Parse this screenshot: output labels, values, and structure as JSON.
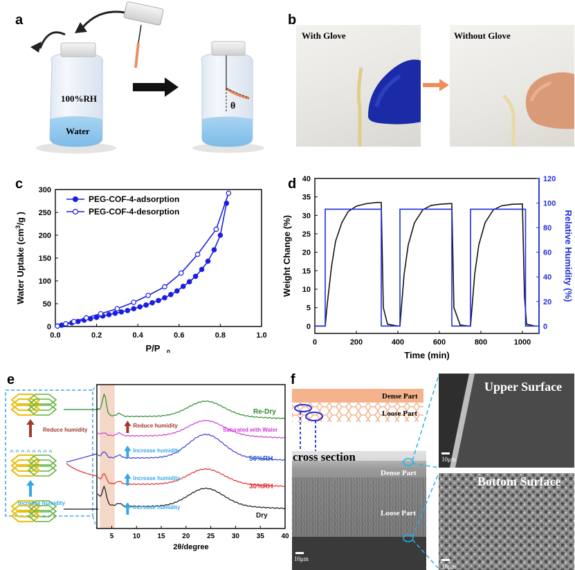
{
  "panels": {
    "a": {
      "label": "a",
      "jar_text": "100%RH",
      "water_text": "Water",
      "theta": "θ"
    },
    "b": {
      "label": "b",
      "left_caption": "With Glove",
      "right_caption": "Without Glove"
    },
    "c": {
      "label": "c",
      "legend": [
        "PEG-COF-4-adsorption",
        "PEG-COF-4-desorption"
      ],
      "xlabel_main": "P/P",
      "xlabel_sub": "0",
      "ylabel": "Water Uptake (cm",
      "ylabel_sup": "3",
      "ylabel_end": "/g )",
      "xticks": [
        "0.0",
        "0.2",
        "0.4",
        "0.6",
        "0.8",
        "1.0"
      ],
      "yticks": [
        "0",
        "50",
        "100",
        "150",
        "200",
        "250",
        "300"
      ]
    },
    "d": {
      "label": "d",
      "xlabel": "Time (min)",
      "ylabel_left": "Weight Change (%)",
      "ylabel_right": "Relative Humidity (%)",
      "xticks": [
        "0",
        "200",
        "400",
        "600",
        "800",
        "1000"
      ],
      "yticks_left": [
        "0",
        "5",
        "10",
        "15",
        "20",
        "25",
        "30",
        "35",
        "40"
      ],
      "yticks_right": [
        "0",
        "20",
        "40",
        "60",
        "80",
        "100",
        "120"
      ]
    },
    "e": {
      "label": "e",
      "xlabel": "2θ/degree",
      "xticks": [
        "5",
        "10",
        "15",
        "20",
        "25",
        "30",
        "35",
        "40"
      ],
      "curve_labels": [
        "Re-Dry",
        "Saturated with Water",
        "50%RH",
        "30%RH",
        "Dry"
      ],
      "annotations": [
        "Reduce humidity",
        "Increase humidity",
        "Increase humidity",
        "Increase humidity"
      ],
      "left_annotations": [
        "Reduce humidity",
        "Increase humidity"
      ]
    },
    "f": {
      "label": "f",
      "schematic_dense": "Dense Part",
      "schematic_loose": "Loose Part",
      "cross_section": "cross section",
      "sem_dense": "Dense Part",
      "sem_loose": "Loose Part",
      "scale_main": "10μm",
      "upper_surface": "Upper Surface",
      "bottom_surface": "Bottom Surface",
      "scale_upper": "10μm",
      "scale_bottom": "10μm"
    }
  },
  "chart_data": [
    {
      "panel": "c",
      "type": "line",
      "xlabel": "P/P0",
      "ylabel": "Water Uptake (cm3/g )",
      "xlim": [
        0,
        1.0
      ],
      "ylim": [
        0,
        300
      ],
      "series": [
        {
          "name": "PEG-COF-4-adsorption",
          "marker": "filled-circle",
          "color": "#1a1ee0",
          "x": [
            0.01,
            0.03,
            0.05,
            0.08,
            0.11,
            0.14,
            0.17,
            0.2,
            0.23,
            0.26,
            0.29,
            0.32,
            0.35,
            0.38,
            0.41,
            0.44,
            0.47,
            0.5,
            0.53,
            0.56,
            0.59,
            0.62,
            0.65,
            0.68,
            0.71,
            0.74,
            0.77,
            0.8,
            0.83
          ],
          "y": [
            1,
            3,
            5,
            8,
            11,
            14,
            17,
            20,
            23,
            26,
            29,
            32,
            35,
            39,
            43,
            47,
            52,
            57,
            63,
            70,
            78,
            88,
            98,
            110,
            125,
            143,
            168,
            200,
            270
          ]
        },
        {
          "name": "PEG-COF-4-desorption",
          "marker": "open-circle",
          "color": "#1a1ee0",
          "x": [
            0.84,
            0.78,
            0.69,
            0.61,
            0.53,
            0.45,
            0.38,
            0.3,
            0.22,
            0.15,
            0.09,
            0.05,
            0.01
          ],
          "y": [
            292,
            213,
            158,
            117,
            87,
            68,
            53,
            39,
            28,
            19,
            11,
            6,
            1
          ]
        }
      ]
    },
    {
      "panel": "d",
      "type": "line",
      "xlabel": "Time (min)",
      "ylabel": "Weight Change (%)",
      "ylabel_right": "Relative Humidity (%)",
      "xlim": [
        0,
        1080
      ],
      "ylim": [
        -2,
        40
      ],
      "ylim_right": [
        -6,
        120
      ],
      "series": [
        {
          "name": "Weight Change",
          "axis": "left",
          "color": "#111111",
          "x": [
            0,
            50,
            60,
            80,
            100,
            130,
            160,
            200,
            250,
            300,
            320,
            330,
            350,
            400,
            410,
            430,
            450,
            480,
            520,
            560,
            600,
            650,
            660,
            670,
            700,
            740,
            750,
            770,
            790,
            820,
            860,
            900,
            950,
            1000,
            1010,
            1020,
            1060
          ],
          "y": [
            0,
            0,
            6,
            16,
            23,
            28,
            31,
            32.5,
            33.2,
            33.5,
            33.5,
            5,
            0.5,
            0,
            0,
            14,
            22,
            28,
            31.5,
            32.7,
            33,
            33.2,
            33.2,
            5,
            0.3,
            0,
            0,
            14,
            22,
            28,
            31.5,
            32.6,
            33,
            33.1,
            8,
            0.5,
            0
          ]
        },
        {
          "name": "Relative Humidity",
          "axis": "right",
          "color": "#1f2fd6",
          "x": [
            0,
            50,
            50,
            320,
            320,
            410,
            410,
            660,
            660,
            750,
            750,
            1015,
            1015,
            1075
          ],
          "y": [
            0,
            0,
            95,
            95,
            0,
            0,
            95,
            95,
            0,
            0,
            95,
            95,
            0,
            0
          ]
        }
      ]
    }
  ]
}
